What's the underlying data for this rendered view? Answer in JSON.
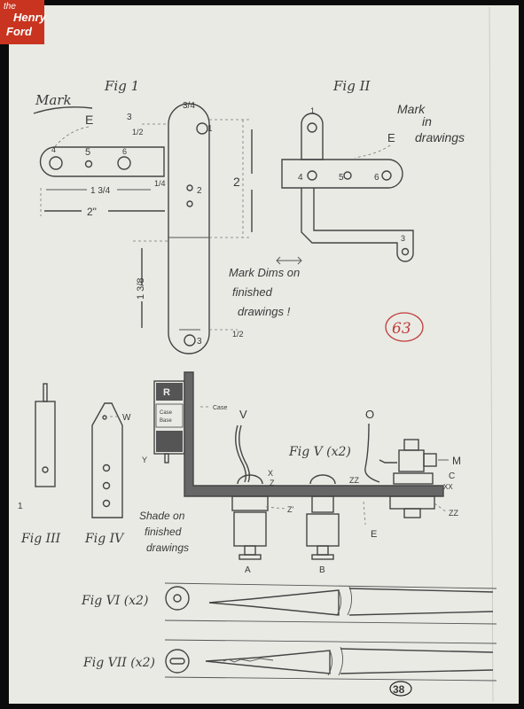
{
  "logo": {
    "the": "the",
    "line1": "Henry",
    "line2": "Ford"
  },
  "sheet_number": "63",
  "page_number": "38",
  "fig1": {
    "title": "Fig 1",
    "note": "Mark",
    "label_e": "E",
    "dim_top": "3/4",
    "dim_3": "3",
    "dim_half_a": "1/2",
    "dim_1": "1",
    "dim_2": "2",
    "dim_13_8": "1 3/8",
    "dim_half_b": "1/2",
    "dim_1_3_4": "1 3/4",
    "dim_1_4": "1/4",
    "dim_2in": "2\"",
    "hole_1": "1",
    "hole_2": "2",
    "hole_3": "3",
    "hole_4": "4",
    "hole_5": "5",
    "hole_6": "6",
    "note_dims": [
      "Mark Dims on",
      "finished",
      "drawings !"
    ]
  },
  "fig2": {
    "title": "Fig II",
    "note": [
      "Mark",
      "in",
      "drawings"
    ],
    "label_e": "E",
    "hole_1": "1",
    "hole_4": "4",
    "hole_5": "5",
    "hole_6": "6",
    "hole_3": "3"
  },
  "fig3": {
    "title": "Fig III",
    "mark": "1"
  },
  "fig4": {
    "title": "Fig IV",
    "label_w": "W",
    "note": [
      "Shade on",
      "finished",
      "drawings"
    ]
  },
  "fig5": {
    "title": "Fig V (x2)",
    "label_r": "R",
    "case": "Case",
    "case_base": [
      "Case",
      "Base"
    ],
    "label_y": "Y",
    "label_v": "V",
    "label_o": "O",
    "label_x": "X",
    "label_z": "Z",
    "label_z2": "Z'",
    "label_zz": "ZZ",
    "label_m": "M",
    "label_c": "C",
    "label_xx": "XX",
    "label_zz2": "ZZ",
    "label_a": "A",
    "label_b": "B",
    "label_e": "E"
  },
  "fig6": {
    "title": "Fig VI (x2)"
  },
  "fig7": {
    "title": "Fig VII (x2)"
  }
}
